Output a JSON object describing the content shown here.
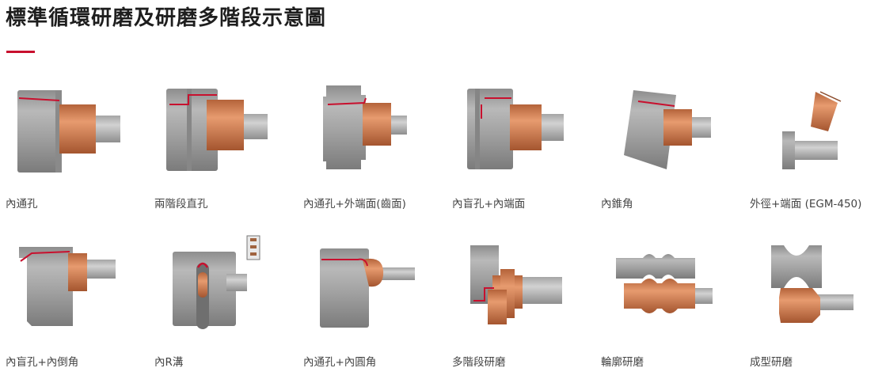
{
  "page": {
    "title": "標準循環研磨及研磨多階段示意圖"
  },
  "items": [
    {
      "label": "內通孔",
      "icon": "internal-through-hole-grinding-diagram"
    },
    {
      "label": "兩階段直孔",
      "icon": "two-stage-straight-hole-grinding-diagram"
    },
    {
      "label": "內通孔+外端面(齒面)",
      "icon": "through-hole-and-outer-face-grinding-diagram"
    },
    {
      "label": "內盲孔+內端面",
      "icon": "blind-hole-and-inner-face-grinding-diagram"
    },
    {
      "label": "內錐角",
      "icon": "internal-taper-grinding-diagram"
    },
    {
      "label": "外徑+端面 (EGM-450)",
      "icon": "outer-diameter-and-face-grinding-diagram"
    },
    {
      "label": "內盲孔+內倒角",
      "icon": "blind-hole-and-chamfer-grinding-diagram"
    },
    {
      "label": "內R溝",
      "icon": "internal-r-groove-grinding-diagram"
    },
    {
      "label": "內通孔+內圓角",
      "icon": "through-hole-and-fillet-grinding-diagram"
    },
    {
      "label": "多階段研磨",
      "icon": "multi-stage-grinding-diagram"
    },
    {
      "label": "輪廓研磨",
      "icon": "profile-grinding-diagram"
    },
    {
      "label": "成型研磨",
      "icon": "form-grinding-diagram"
    }
  ],
  "colors": {
    "accent": "#c8102e",
    "workpiece": "#9a9a9a",
    "wheel": "#d9885a"
  }
}
